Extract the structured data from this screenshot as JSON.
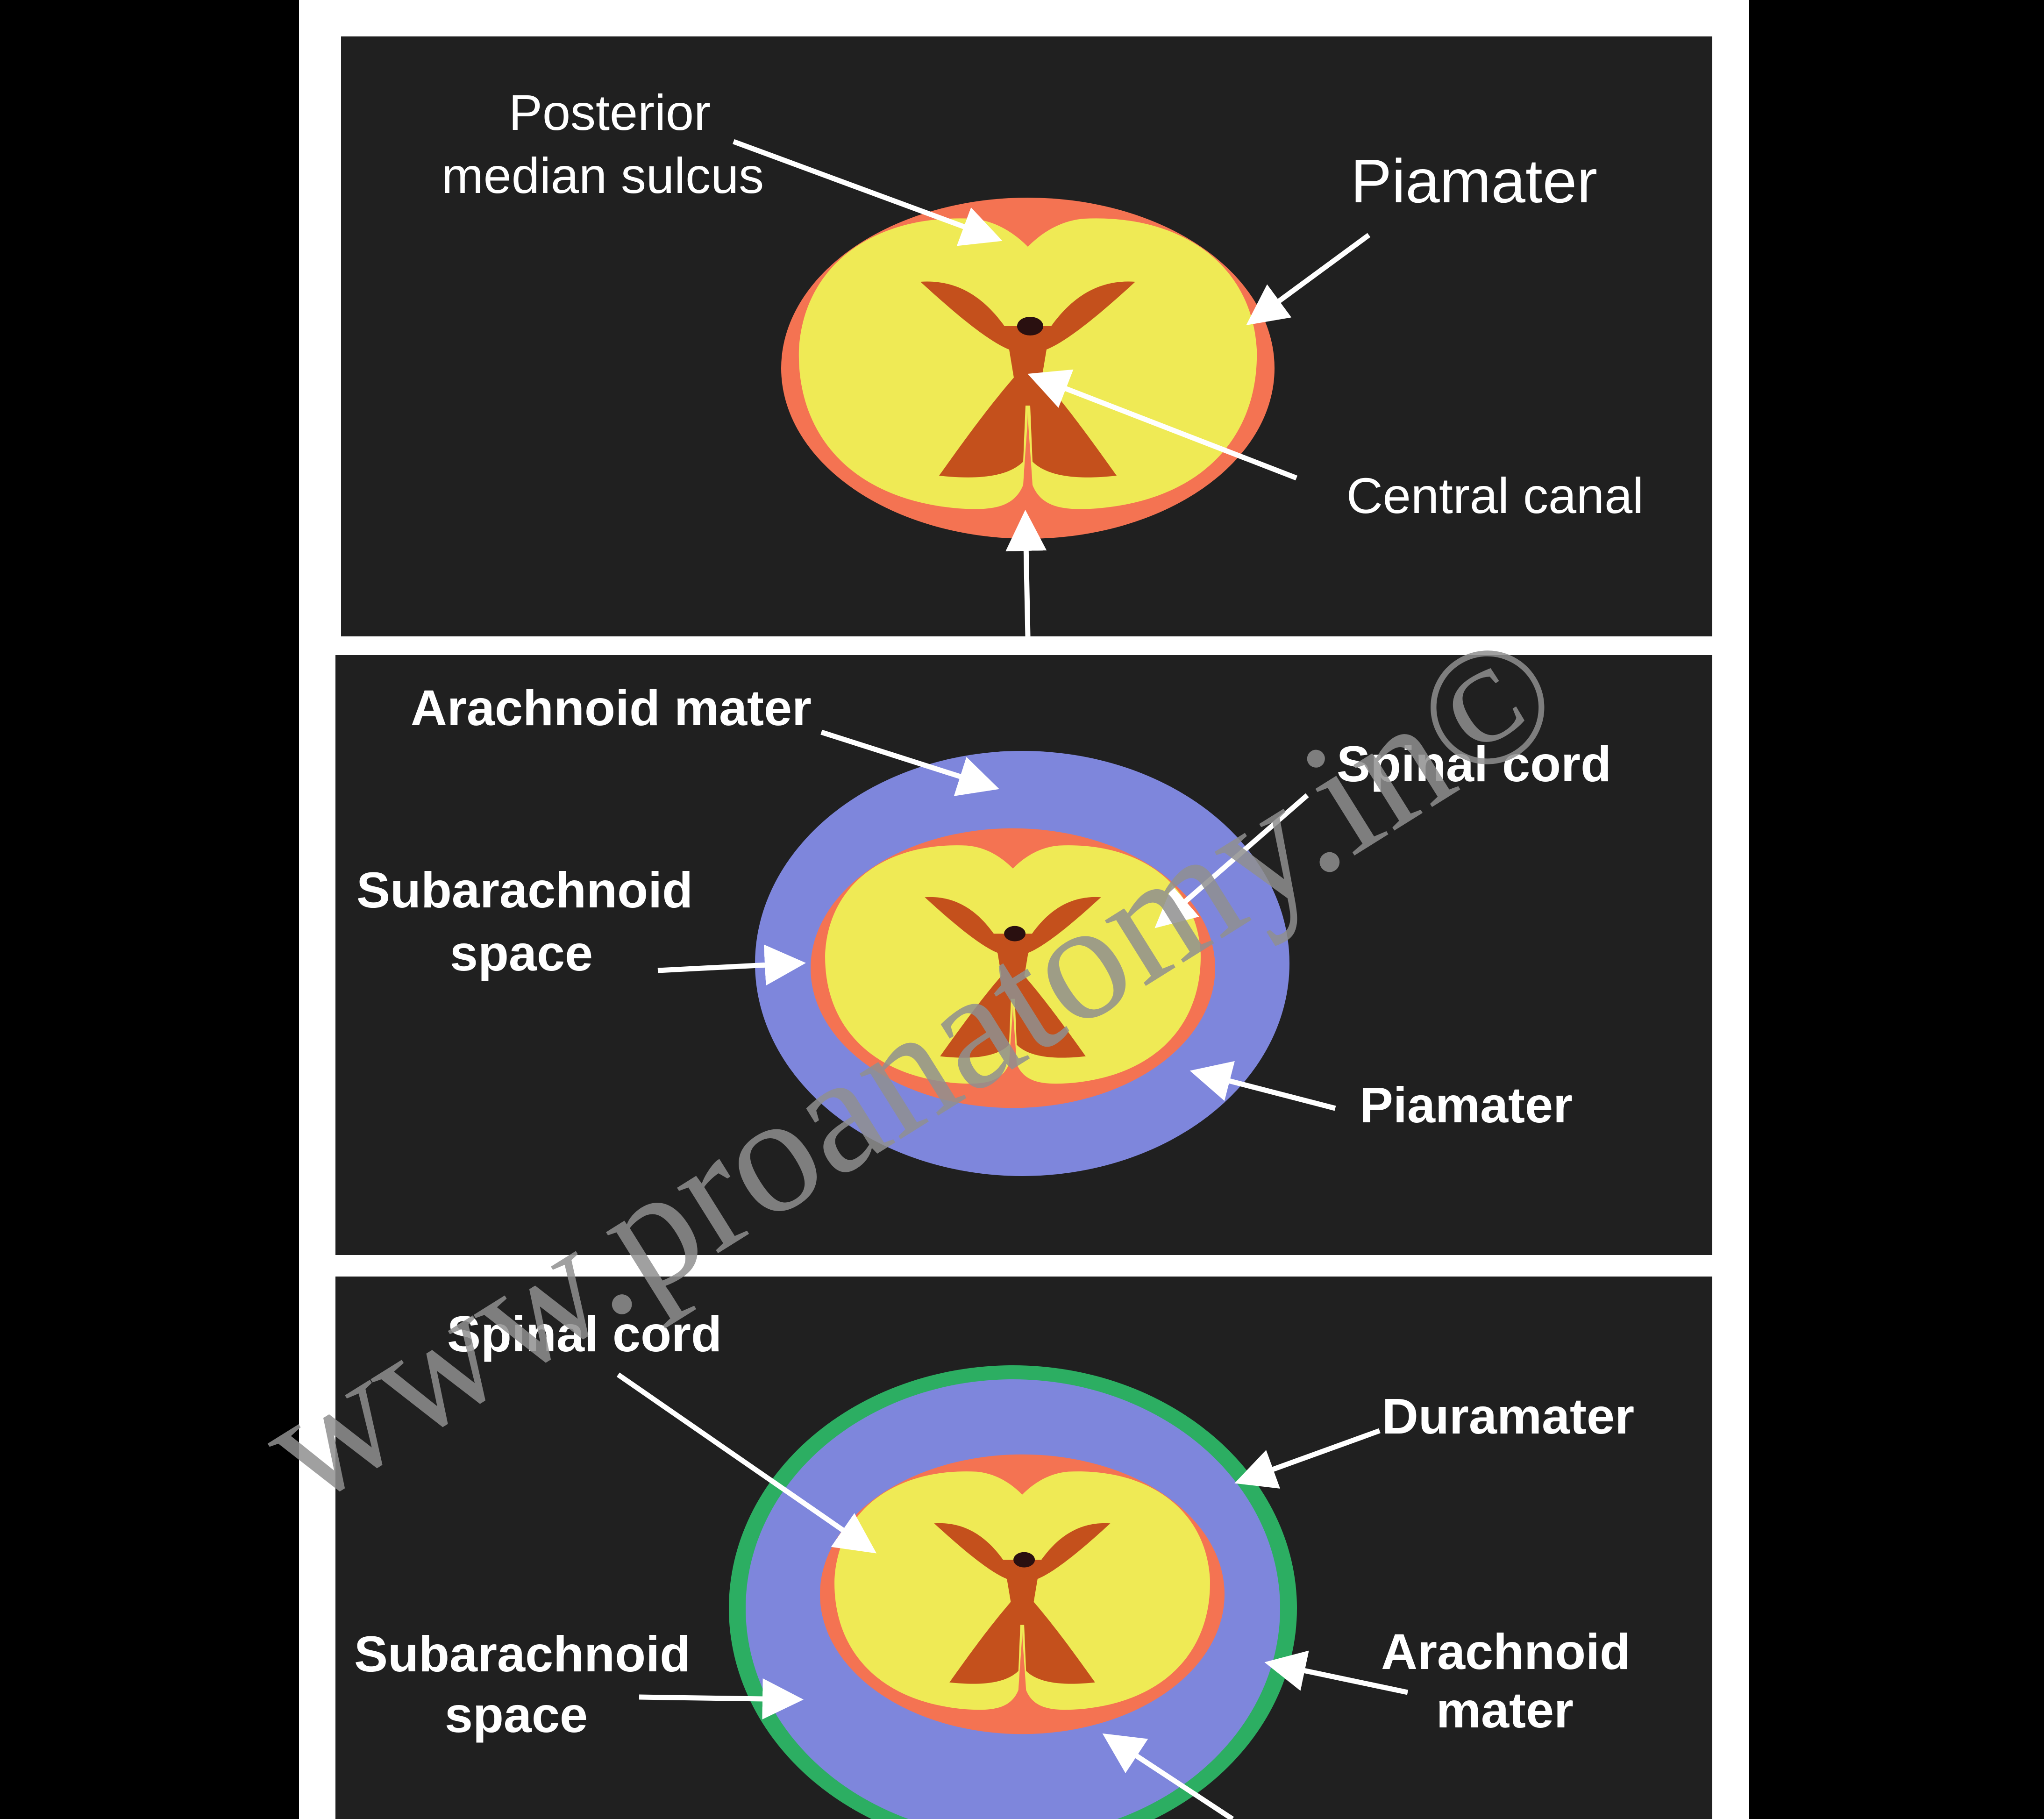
{
  "colors": {
    "background": "#000000",
    "sheet": "#ffffff",
    "panel": "#202020",
    "piamater": "#f47352",
    "white_matter": "#efea55",
    "grey_matter": "#c4501c",
    "central_canal": "#2a1010",
    "arachnoid": "#7e86dc",
    "duramater": "#2cae62",
    "arrow": "#ffffff",
    "watermark": "#8f8f8f"
  },
  "panel1": {
    "label_posterior_line1": "Posterior",
    "label_posterior_line2": "median sulcus",
    "label_piamater": "Piamater",
    "label_central_canal": "Central canal"
  },
  "panel2": {
    "label_arachnoid": "Arachnoid mater",
    "label_spinal_cord": "Spinal cord",
    "label_subarachnoid_line1": "Subarachnoid",
    "label_subarachnoid_line2": "space",
    "label_piamater": "Piamater"
  },
  "panel3": {
    "label_spinal_cord": "Spinal cord",
    "label_duramater": "Duramater",
    "label_subarachnoid_line1": "Subarachnoid",
    "label_subarachnoid_line2": "space",
    "label_arachnoid_line1": "Arachnoid",
    "label_arachnoid_line2": "mater"
  },
  "watermark": "www.proanatomy.in©"
}
